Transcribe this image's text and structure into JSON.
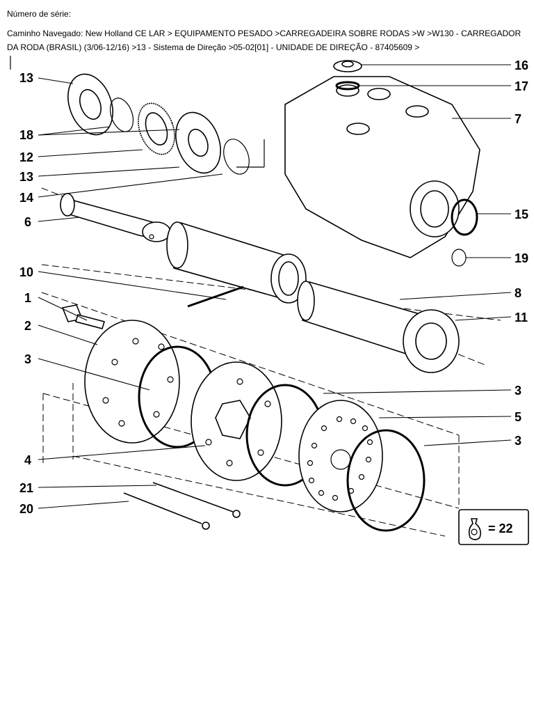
{
  "header": {
    "serial_label": "Número de série:",
    "breadcrumb": "Caminho Navegado: New Holland CE LAR > EQUIPAMENTO PESADO >CARREGADEIRA SOBRE RODAS >W >W130 - CARREGADOR DA RODA (BRASIL)  (3/06-12/16) >13 - Sistema de Direção >05-02[01] - UNIDADE DE DIREÇÃO - 87405609 >"
  },
  "callouts": {
    "c13a": "13",
    "c18": "18",
    "c12": "12",
    "c13b": "13",
    "c14": "14",
    "c6": "6",
    "c10": "10",
    "c1": "1",
    "c2": "2",
    "c3a": "3",
    "c4": "4",
    "c21": "21",
    "c20": "20",
    "c16": "16",
    "c17": "17",
    "c7": "7",
    "c15": "15",
    "c19": "19",
    "c8": "8",
    "c11": "11",
    "c3b": "3",
    "c5": "5",
    "c3c": "3"
  },
  "kit": {
    "value": "= 22",
    "icon": "kit-bag-icon"
  }
}
